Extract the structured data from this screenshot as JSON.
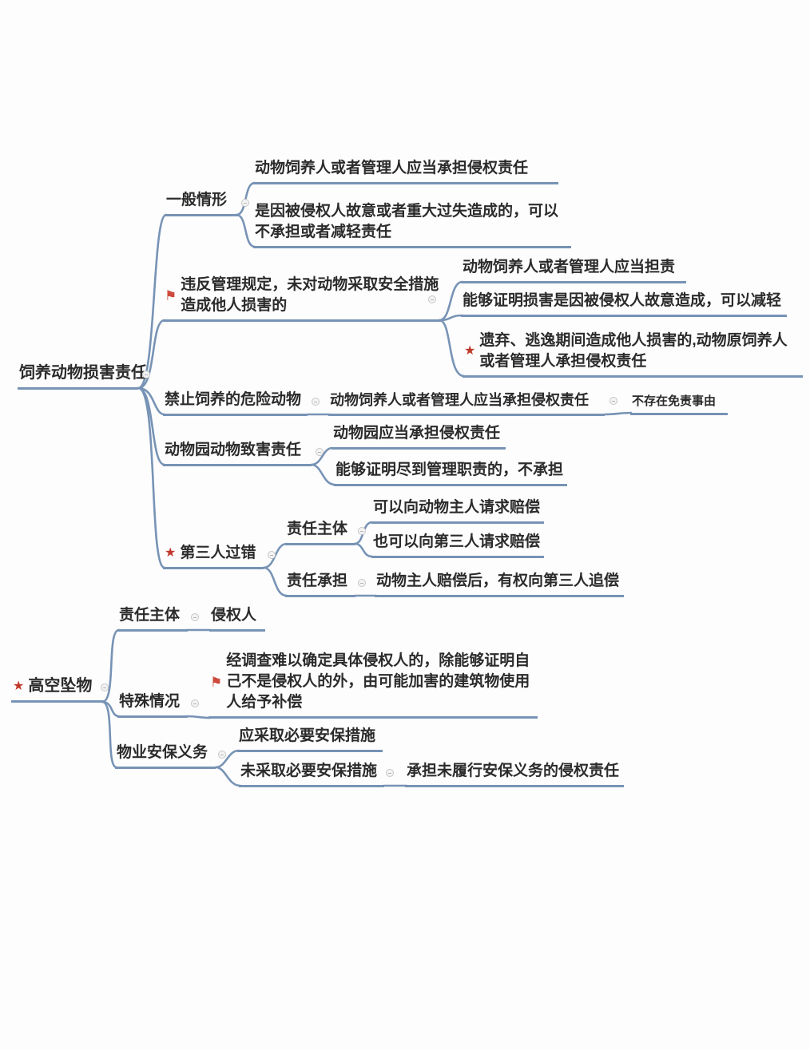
{
  "colors": {
    "line": "#7793b5",
    "text": "#2b2b2b",
    "flag": "#cd4a3d",
    "star": "#c0392b",
    "background": "#fdfdfd"
  },
  "icons": {
    "flag_glyph": "⚑",
    "star_glyph": "★"
  },
  "map": {
    "roots": [
      {
        "label": "饲养动物损害责任",
        "children": [
          {
            "label": "一般情形",
            "children": [
              {
                "label": "动物饲养人或者管理人应当承担侵权责任"
              },
              {
                "label": "是因被侵权人故意或者重大过失造成的，可以不承担或者减轻责任"
              }
            ]
          },
          {
            "label": "违反管理规定，未对动物采取安全措施造成他人损害的",
            "icon": "flag",
            "children": [
              {
                "label": "动物饲养人或者管理人应当担责"
              },
              {
                "label": "能够证明损害是因被侵权人故意造成，可以减轻"
              },
              {
                "label": "遗弃、逃逸期间造成他人损害的,动物原饲养人或者管理人承担侵权责任",
                "icon": "star"
              }
            ]
          },
          {
            "label": "禁止饲养的危险动物",
            "children": [
              {
                "label": "动物饲养人或者管理人应当承担侵权责任",
                "children": [
                  {
                    "label": "不存在免责事由"
                  }
                ]
              }
            ]
          },
          {
            "label": "动物园动物致害责任",
            "children": [
              {
                "label": "动物园应当承担侵权责任"
              },
              {
                "label": "能够证明尽到管理职责的，不承担"
              }
            ]
          },
          {
            "label": "第三人过错",
            "icon": "star",
            "children": [
              {
                "label": "责任主体",
                "children": [
                  {
                    "label": "可以向动物主人请求赔偿"
                  },
                  {
                    "label": "也可以向第三人请求赔偿"
                  }
                ]
              },
              {
                "label": "责任承担",
                "children": [
                  {
                    "label": "动物主人赔偿后，有权向第三人追偿"
                  }
                ]
              }
            ]
          }
        ]
      },
      {
        "label": "高空坠物",
        "icon": "star",
        "children": [
          {
            "label": "责任主体",
            "children": [
              {
                "label": "侵权人"
              }
            ]
          },
          {
            "label": "特殊情况",
            "children": [
              {
                "label": "经调查难以确定具体侵权人的，除能够证明自己不是侵权人的外，由可能加害的建筑物使用人给予补偿",
                "icon": "flag"
              }
            ]
          },
          {
            "label": "物业安保义务",
            "children": [
              {
                "label": "应采取必要安保措施"
              },
              {
                "label": "未采取必要安保措施",
                "children": [
                  {
                    "label": "承担未履行安保义务的侵权责任"
                  }
                ]
              }
            ]
          }
        ]
      }
    ]
  }
}
